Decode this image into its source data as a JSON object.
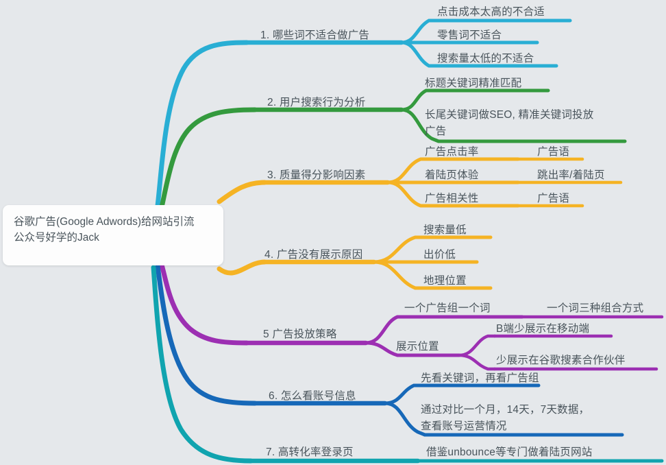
{
  "canvas": {
    "background": "#e5e8eb",
    "text_color": "#49545b"
  },
  "central": {
    "text": "谷歌广告(Google Adwords)给网站引流\n公众号好学的Jack"
  },
  "palette": {
    "cyan": "#29aed4",
    "green": "#349a3e",
    "orange": "#f5b324",
    "purple": "#9c2fb2",
    "blue": "#1668b8",
    "teal": "#10a4af"
  },
  "branches": [
    {
      "label": "1. 哪些词不适合做广告",
      "color": "#29aed4",
      "children": [
        {
          "label": "点击成本太高的不合适"
        },
        {
          "label": "零售词不适合"
        },
        {
          "label": "搜索量太低的不适合"
        }
      ]
    },
    {
      "label": "2. 用户搜索行为分析",
      "color": "#349a3e",
      "children": [
        {
          "label": "标题关键词精准匹配"
        },
        {
          "label": "长尾关键词做SEO, 精准关键词投放\n广告"
        }
      ]
    },
    {
      "label": "3. 质量得分影响因素",
      "color": "#f5b324",
      "children": [
        {
          "label": "广告点击率",
          "children": [
            {
              "label": "广告语"
            }
          ]
        },
        {
          "label": "着陆页体验",
          "children": [
            {
              "label": "跳出率/着陆页"
            }
          ]
        },
        {
          "label": "广告相关性",
          "children": [
            {
              "label": "广告语"
            }
          ]
        }
      ]
    },
    {
      "label": "4. 广告没有展示原因",
      "color": "#f5b324",
      "children": [
        {
          "label": "搜索量低"
        },
        {
          "label": "出价低"
        },
        {
          "label": "地理位置"
        }
      ]
    },
    {
      "label": "5 广告投放策略",
      "color": "#9c2fb2",
      "children": [
        {
          "label": "一个广告组一个词",
          "children": [
            {
              "label": "一个词三种组合方式"
            }
          ]
        },
        {
          "label": "展示位置",
          "children": [
            {
              "label": "B端少展示在移动端"
            },
            {
              "label": "少展示在谷歌搜素合作伙伴"
            }
          ]
        }
      ]
    },
    {
      "label": "6. 怎么看账号信息",
      "color": "#1668b8",
      "children": [
        {
          "label": "先看关键词，再看广告组"
        },
        {
          "label": "通过对比一个月，14天，7天数据，\n查看账号运营情况"
        }
      ]
    },
    {
      "label": "7. 高转化率登录页",
      "color": "#10a4af",
      "children": [
        {
          "label": "借鉴unbounce等专门做着陆页网站"
        }
      ]
    }
  ]
}
